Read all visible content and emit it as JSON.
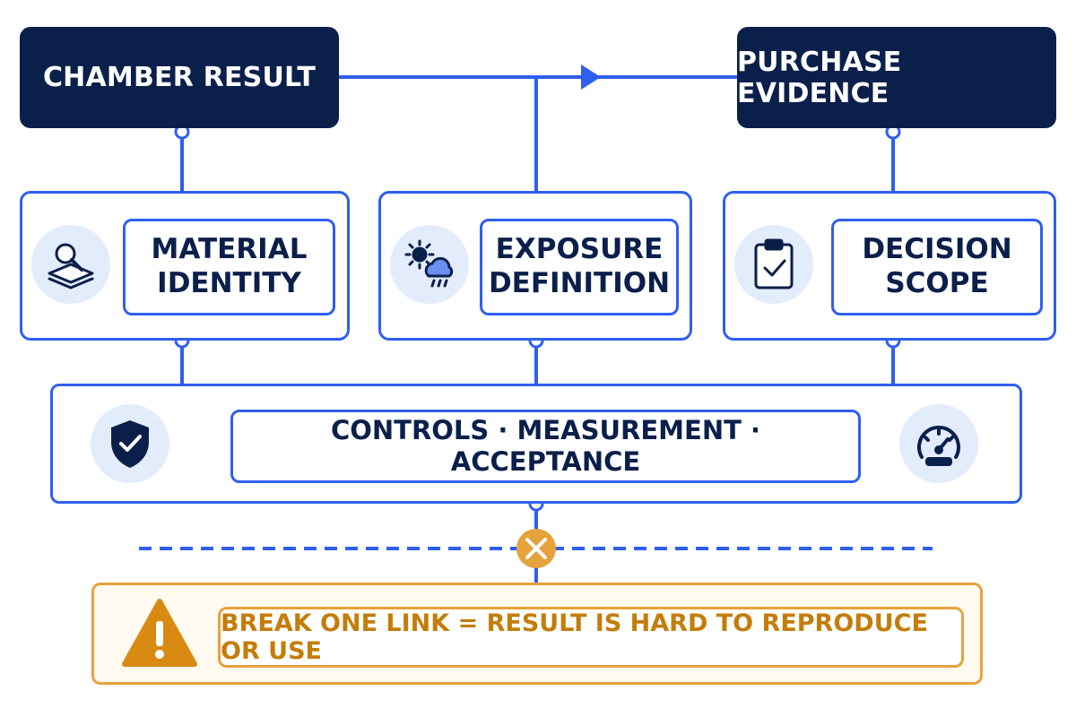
{
  "nodes": {
    "chamber_result": "CHAMBER RESULT",
    "purchase_evidence": "PURCHASE EVIDENCE",
    "material_identity": {
      "line1": "MATERIAL",
      "line2": "IDENTITY"
    },
    "exposure_definition": {
      "line1": "EXPOSURE",
      "line2": "DEFINITION"
    },
    "decision_scope": {
      "line1": "DECISION",
      "line2": "SCOPE"
    },
    "controls_band": "CONTROLS · MEASUREMENT · ACCEPTANCE",
    "warning": "BREAK ONE LINK = RESULT IS HARD TO REPRODUCE OR USE"
  },
  "icons": {
    "material": "magnifier-layers-icon",
    "exposure": "sun-rain-cloud-icon",
    "decision": "clipboard-check-icon",
    "controls": "shield-check-icon",
    "measurement": "gauge-icon",
    "warning": "warning-triangle-icon",
    "break": "break-x-icon"
  },
  "colors": {
    "navy": "#0b1f4b",
    "blue": "#2f5ff0",
    "icon_bg": "#e3ecfb",
    "warning_orange": "#e6a23c",
    "warning_text": "#c47d0a"
  }
}
